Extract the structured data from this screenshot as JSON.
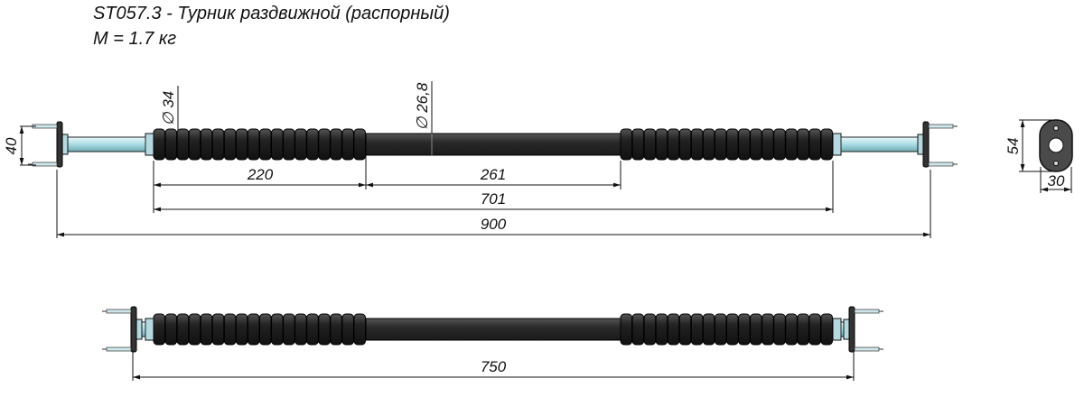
{
  "title": "ST057.3 - Турник раздвижной (распорный)",
  "mass": "M = 1.7 кг",
  "dimensions": {
    "mount_height": "40",
    "grip_diameter": "∅ 34",
    "tube_diameter": "∅ 26,8",
    "grip_length": "220",
    "middle_length": "261",
    "grips_span": "701",
    "max_length": "900",
    "min_length": "750",
    "flange_height": "54",
    "flange_width": "30"
  },
  "colors": {
    "grip": "#2b2b2b",
    "tube": "#333333",
    "rod": "#b5e3ea",
    "flange": "#4a4a4a"
  }
}
